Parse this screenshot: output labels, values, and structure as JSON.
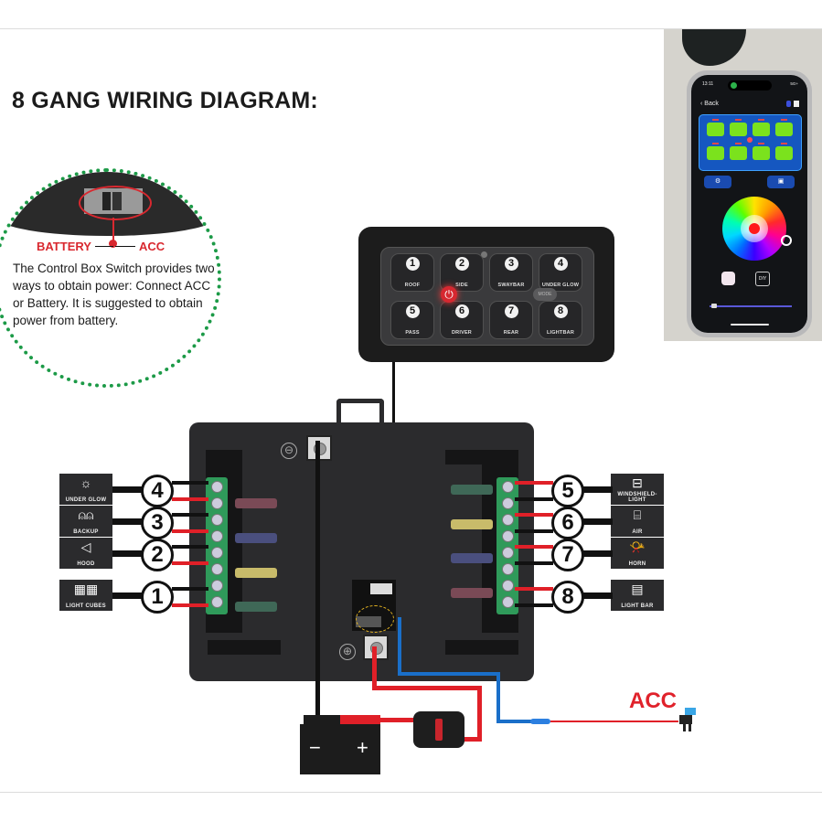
{
  "title": "8 GANG WIRING DIAGRAM:",
  "callout": {
    "battery_label": "BATTERY",
    "acc_label": "ACC",
    "description": "The Control Box Switch provides two ways to obtain power: Connect ACC or Battery. It is suggested to obtain power from battery."
  },
  "control_panel": {
    "buttons": [
      {
        "number": "1",
        "label": "ROOF"
      },
      {
        "number": "2",
        "label": "SIDE"
      },
      {
        "number": "3",
        "label": "SWAYBAR"
      },
      {
        "number": "4",
        "label": "UNDER GLOW"
      },
      {
        "number": "5",
        "label": "PASS"
      },
      {
        "number": "6",
        "label": "DRIVER"
      },
      {
        "number": "7",
        "label": "REAR"
      },
      {
        "number": "8",
        "label": "LIGHTBAR"
      }
    ],
    "power_icon": "power-icon",
    "mode_label": "MODE"
  },
  "left_circuits": [
    {
      "number": "4",
      "label": "UNDER GLOW",
      "icon": "underglow-icon",
      "glyph": "☼"
    },
    {
      "number": "3",
      "label": "BACKUP",
      "icon": "backup-light-icon",
      "glyph": "⍝⍝"
    },
    {
      "number": "2",
      "label": "HOOD",
      "icon": "hood-light-icon",
      "glyph": "◁"
    },
    {
      "number": "1",
      "label": "LIGHT CUBES",
      "icon": "light-cubes-icon",
      "glyph": "▦▦"
    }
  ],
  "right_circuits": [
    {
      "number": "5",
      "label": "WINDSHIELD-LIGHT",
      "icon": "windshield-light-icon",
      "glyph": "⊟"
    },
    {
      "number": "6",
      "label": "AIR",
      "icon": "air-icon",
      "glyph": "⌸"
    },
    {
      "number": "7",
      "label": "HORN",
      "icon": "horn-icon",
      "glyph": "📯"
    },
    {
      "number": "8",
      "label": "LIGHT BAR",
      "icon": "light-bar-icon",
      "glyph": "▤"
    }
  ],
  "fuse_colors_left": [
    "#7a4a56",
    "#4a4f7e",
    "#c8bb6a",
    "#3f6857"
  ],
  "fuse_colors_right": [
    "#3f6857",
    "#c8bb6a",
    "#4a4f7e",
    "#7a4a56"
  ],
  "terminals": {
    "negative": "⊖",
    "positive": "⊕"
  },
  "battery": {
    "negative": "−",
    "positive": "+"
  },
  "acc_label": "ACC",
  "wire_colors": {
    "positive": "#e02028",
    "negative": "#111111",
    "acc": "#1a6fc9"
  },
  "phone_app": {
    "time": "13:11",
    "status": "5G+",
    "back_label": "Back",
    "diy_label": "DIY",
    "key_color": "#7be21d",
    "board_color": "#1557c0"
  }
}
